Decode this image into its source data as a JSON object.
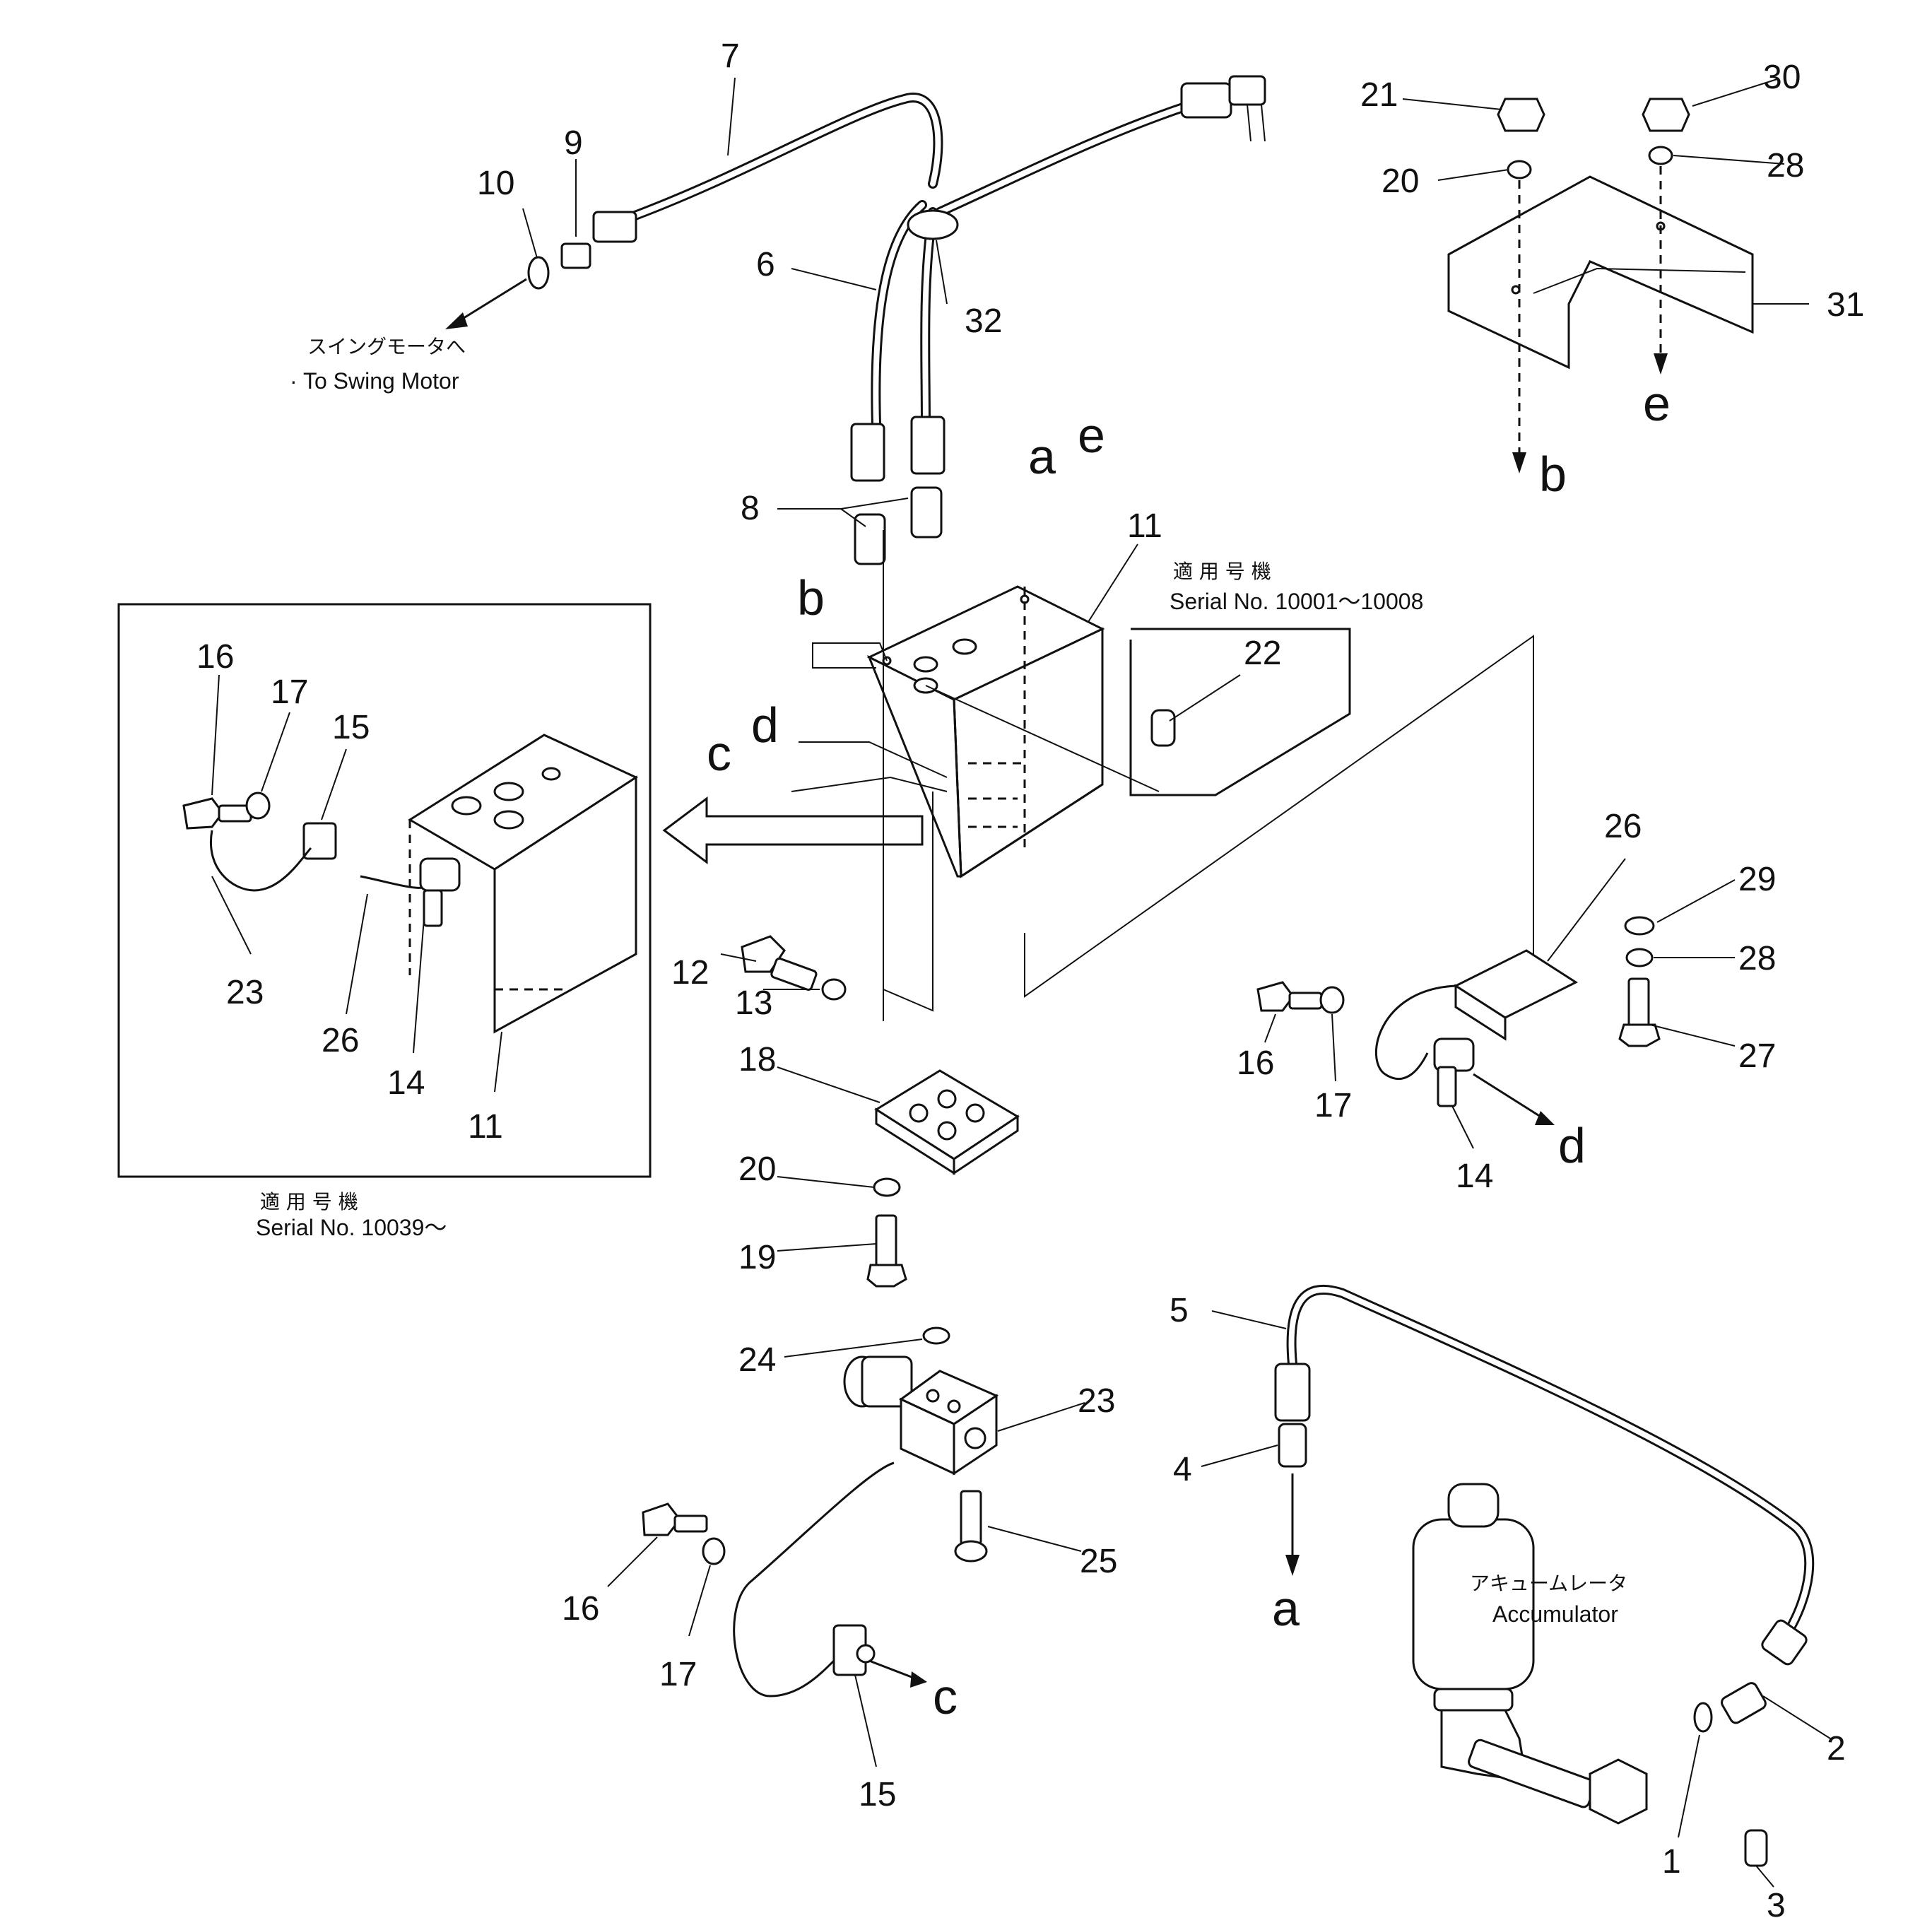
{
  "diagram": {
    "part_numbers": [
      "1",
      "2",
      "3",
      "4",
      "5",
      "6",
      "7",
      "8",
      "9",
      "10",
      "11",
      "12",
      "13",
      "14",
      "15",
      "16",
      "17",
      "18",
      "19",
      "20",
      "21",
      "22",
      "23",
      "24",
      "25",
      "26",
      "27",
      "28",
      "29",
      "30",
      "31",
      "32"
    ],
    "callouts": {
      "n7": "7",
      "n9": "9",
      "n10": "10",
      "n6": "6",
      "n32": "32",
      "n8": "8",
      "n11_main": "11",
      "n22": "22",
      "n21": "21",
      "n20_top": "20",
      "n30": "30",
      "n28_top": "28",
      "n31": "31",
      "n16_inset": "16",
      "n17_inset": "17",
      "n15_inset": "15",
      "n23_inset": "23",
      "n26_inset": "26",
      "n14_inset": "14",
      "n11_inset": "11",
      "n12": "12",
      "n13": "13",
      "n18": "18",
      "n20_mid": "20",
      "n19": "19",
      "n26_right": "26",
      "n29": "29",
      "n28_right": "28",
      "n27": "27",
      "n16_right": "16",
      "n17_right": "17",
      "n14_right": "14",
      "n24": "24",
      "n23": "23",
      "n25": "25",
      "n16_bottom": "16",
      "n17_bottom": "17",
      "n15_bottom": "15",
      "n5": "5",
      "n4": "4",
      "n2": "2",
      "n1": "1",
      "n3": "3"
    },
    "letters": {
      "a_top": "a",
      "e_top": "e",
      "b_left": "b",
      "d_left": "d",
      "c_left": "c",
      "b_cover": "b",
      "e_cover": "e",
      "d_right": "d",
      "c_bottom": "c",
      "a_bottom": "a"
    },
    "notes": {
      "swing_motor_jp": "スイングモータへ",
      "swing_motor_en": "· To Swing Motor",
      "serial_top_jp": "適 用 号 機",
      "serial_top_en": "Serial No. 10001～10008",
      "serial_inset_jp": "適 用 号 機",
      "serial_inset_en": "Serial No. 10039～",
      "accumulator_jp": "アキュームレータ",
      "accumulator_en": "Accumulator"
    }
  }
}
